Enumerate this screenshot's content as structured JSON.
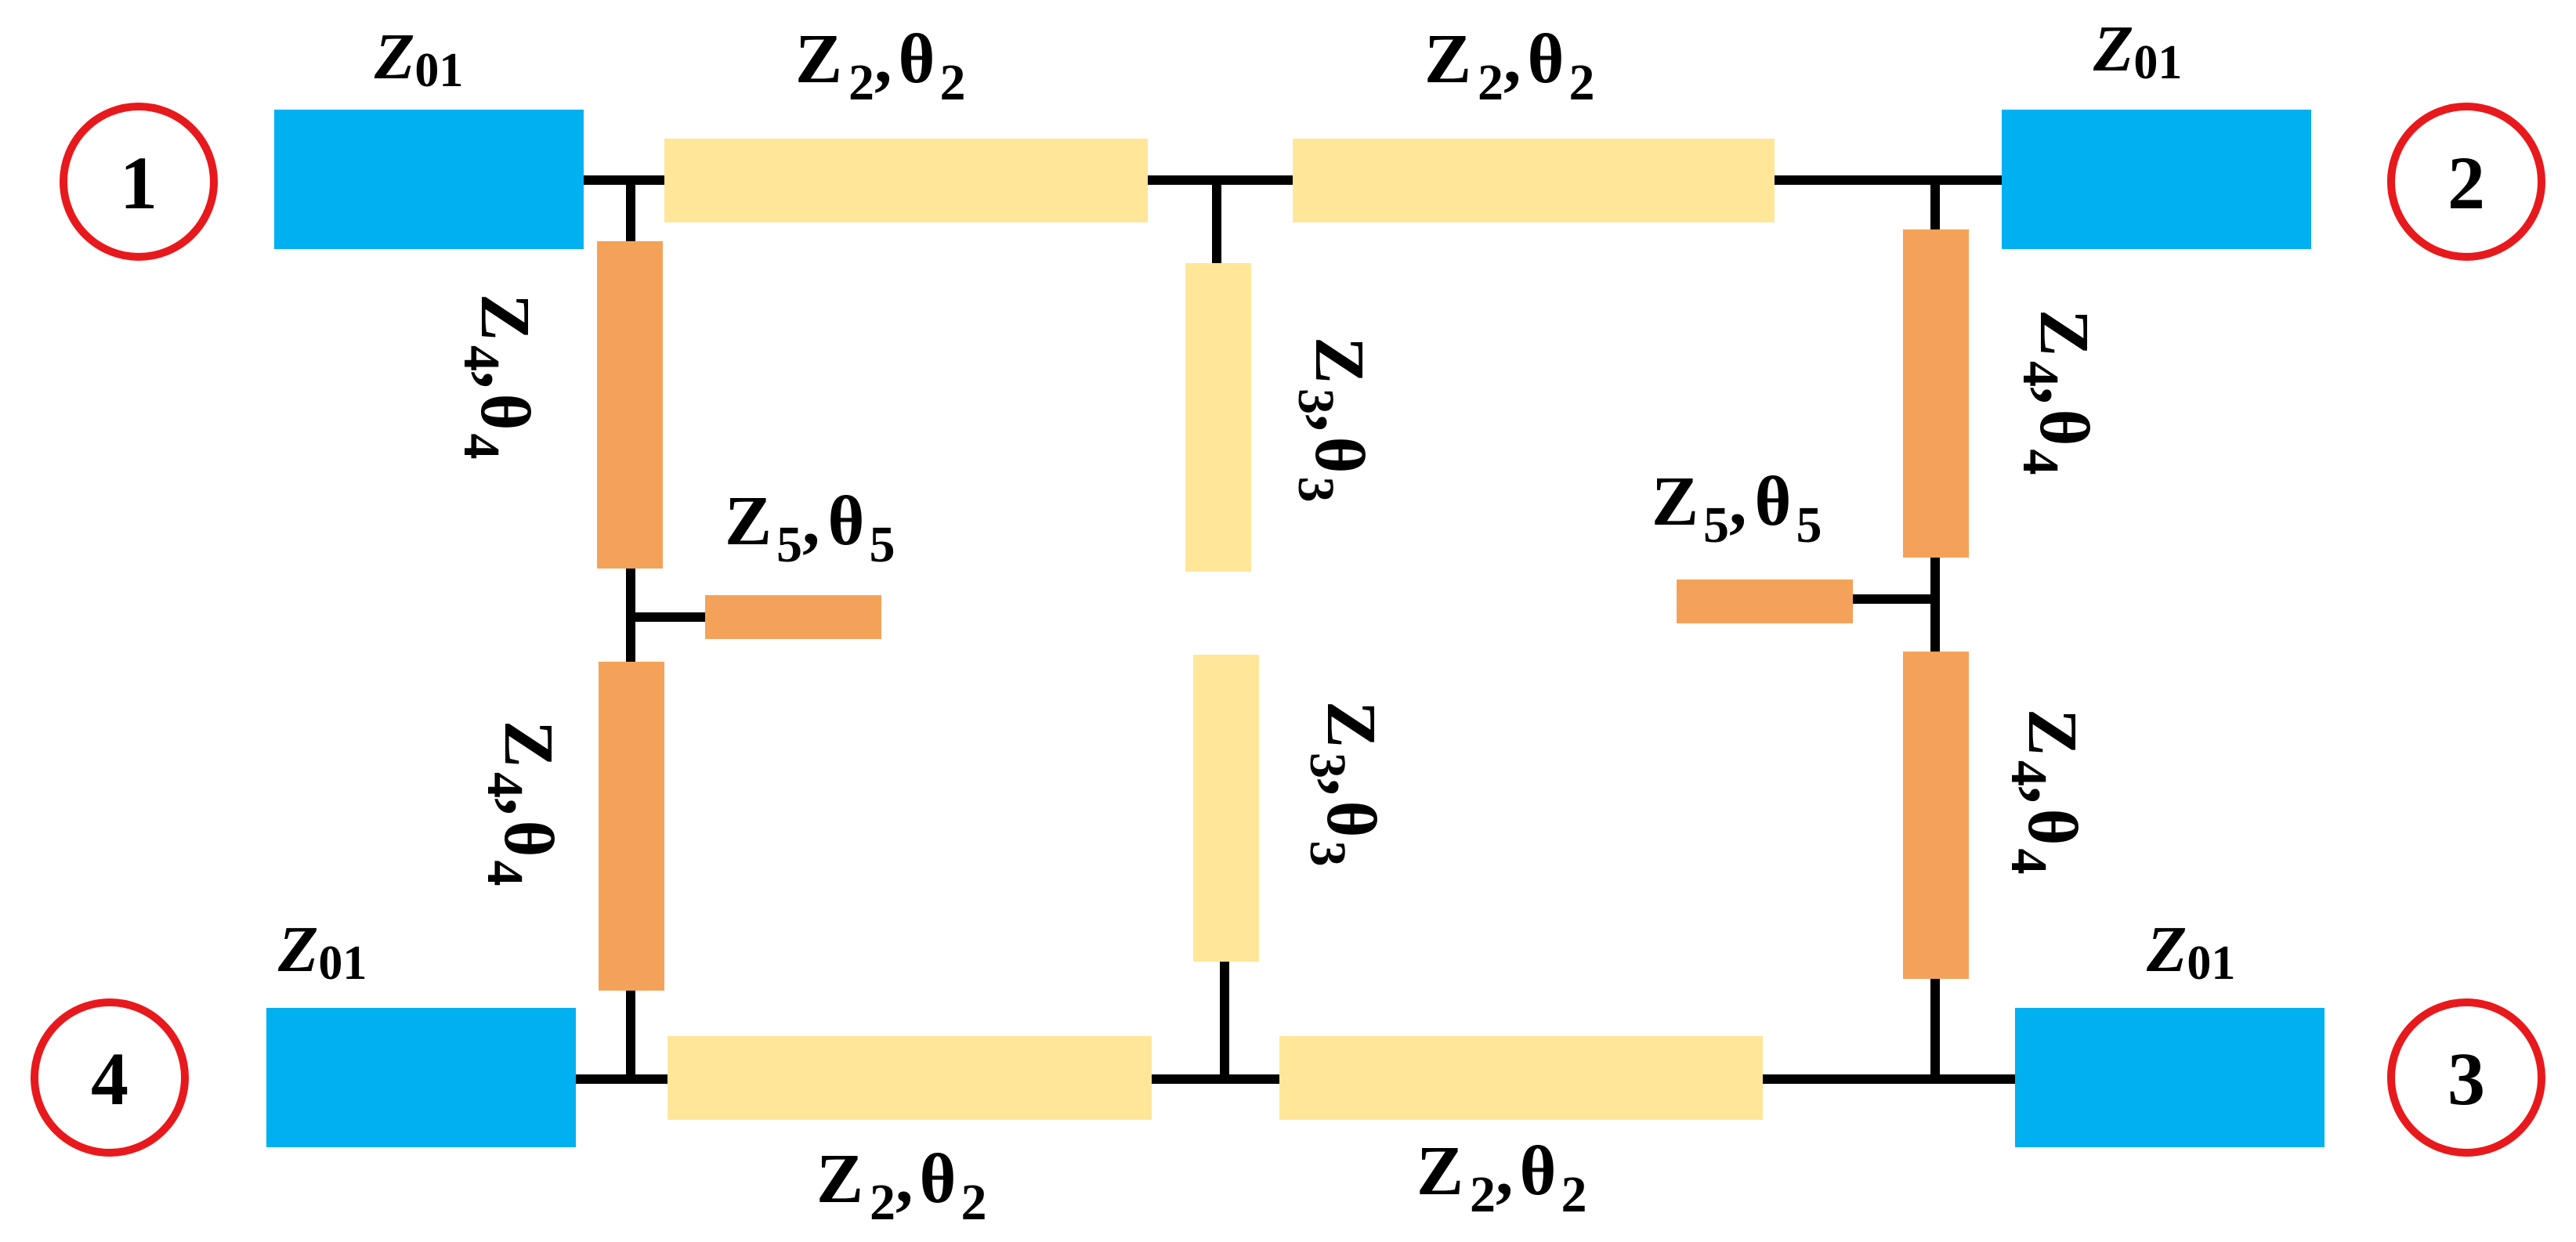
{
  "colors": {
    "port_line": "#00B0F0",
    "line_z2_z3": "#FFE699",
    "line_z4_z5": "#F4A25A",
    "wire": "#000000",
    "port_circle": "#E8191C"
  },
  "ports": [
    {
      "number": "1",
      "label_main": "Z",
      "label_sub": "01"
    },
    {
      "number": "2",
      "label_main": "Z",
      "label_sub": "01"
    },
    {
      "number": "3",
      "label_main": "Z",
      "label_sub": "01"
    },
    {
      "number": "4",
      "label_main": "Z",
      "label_sub": "01"
    }
  ],
  "lines": {
    "z2_top_left": {
      "main": "Z",
      "sub1": "2",
      "sep": ",",
      "theta": "θ",
      "sub2": "2"
    },
    "z2_top_right": {
      "main": "Z",
      "sub1": "2",
      "sep": ",",
      "theta": "θ",
      "sub2": "2"
    },
    "z2_bot_left": {
      "main": "Z",
      "sub1": "2",
      "sep": ",",
      "theta": "θ",
      "sub2": "2"
    },
    "z2_bot_right": {
      "main": "Z",
      "sub1": "2",
      "sep": ",",
      "theta": "θ",
      "sub2": "2"
    },
    "z3_top": {
      "main": "Z",
      "sub1": "3",
      "sep": ",",
      "theta": "θ",
      "sub2": "3"
    },
    "z3_bot": {
      "main": "Z",
      "sub1": "3",
      "sep": ",",
      "theta": "θ",
      "sub2": "3"
    },
    "z4_left_top": {
      "main": "Z",
      "sub1": "4",
      "sep": ",",
      "theta": "θ",
      "sub2": "4"
    },
    "z4_left_bot": {
      "main": "Z",
      "sub1": "4",
      "sep": ",",
      "theta": "θ",
      "sub2": "4"
    },
    "z4_right_top": {
      "main": "Z",
      "sub1": "4",
      "sep": ",",
      "theta": "θ",
      "sub2": "4"
    },
    "z4_right_bot": {
      "main": "Z",
      "sub1": "4",
      "sep": ",",
      "theta": "θ",
      "sub2": "4"
    },
    "z5_left": {
      "main": "Z",
      "sub1": "5",
      "sep": ",",
      "theta": "θ",
      "sub2": "5"
    },
    "z5_right": {
      "main": "Z",
      "sub1": "5",
      "sep": ",",
      "theta": "θ",
      "sub2": "5"
    }
  }
}
